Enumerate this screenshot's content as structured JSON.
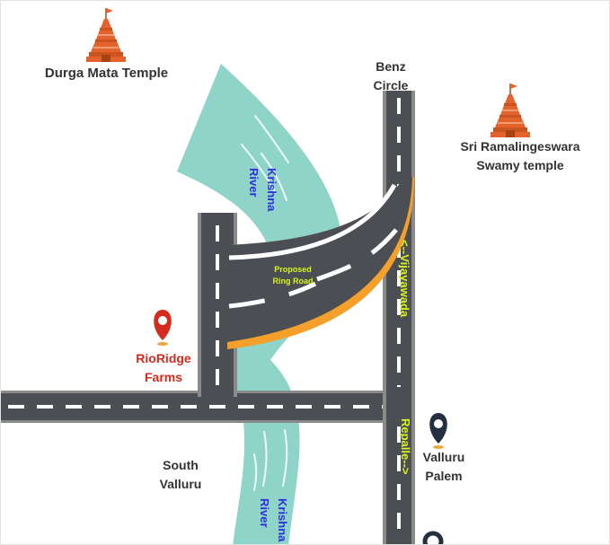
{
  "landmarks": {
    "durga_temple": "Durga Mata Temple",
    "benz_circle_line1": "Benz",
    "benz_circle_line2": "Circle",
    "ramalingeswara_line1": "Sri Ramalingeswara",
    "ramalingeswara_line2": "Swamy temple",
    "rioridge_line1": "RioRidge",
    "rioridge_line2": "Farms",
    "south_valluru_line1": "South",
    "south_valluru_line2": "Valluru",
    "valluru_palem_line1": "Valluru",
    "valluru_palem_line2": "Palem"
  },
  "river": {
    "upper_line1": "Krishna",
    "upper_line2": "River",
    "lower_line1": "Krishna",
    "lower_line2": "River"
  },
  "roads": {
    "ring_road_line1": "Proposed",
    "ring_road_line2": "Ring Road",
    "to_vijayawada": "<--Vijayawada",
    "to_repalle": "Repalle-->"
  },
  "colors": {
    "river": "#8fd4c8",
    "road": "#4b4f54",
    "road_edge": "#8a8a8a",
    "ring_road_accent": "#f4a02a",
    "road_label": "#d9f21a",
    "river_label": "#2f2fe0",
    "farm_marker": "#d52b1e",
    "pin_marker": "#24303f",
    "temple": "#e4632c"
  },
  "icons": {
    "temple": "temple-icon",
    "farm": "location-pin-icon",
    "village": "location-pin-icon"
  }
}
